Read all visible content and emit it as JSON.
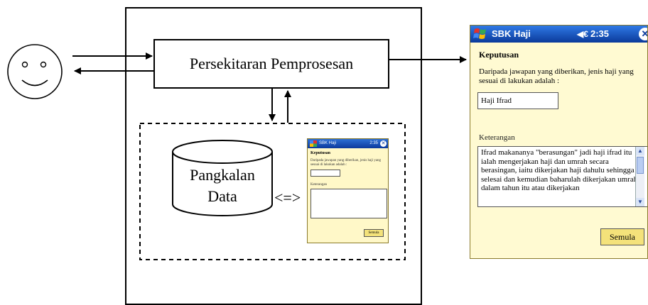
{
  "diagram": {
    "processing_label": "Persekitaran Pemprosesan",
    "database_label_line1": "Pangkalan",
    "database_label_line2": "Data",
    "bidirectional_symbol": "<=>"
  },
  "mini_screen": {
    "title": "SBK Haji",
    "time": "2:35",
    "heading": "Keputusan",
    "question": "Daripada jawapan yang diberikan, jenis haji yang sesuai di lakukan adalah :",
    "notes_label": "Keterangan",
    "button": "Semula"
  },
  "phone": {
    "app_title": "SBK Haji",
    "volume_icon": "speaker-icon",
    "time": "2:35",
    "heading": "Keputusan",
    "question": "Daripada jawapan yang diberikan, jenis haji yang sesuai di lakukan adalah :",
    "answer": "Haji Ifrad",
    "notes_label": "Keterangan",
    "notes": "Ifrad makananya \"berasungan\" jadi haji ifrad itu ialah mengerjakan haji dan umrah secara berasingan, iaitu dikerjakan haji dahulu sehingga selesai dan kemudian baharulah dikerjakan umrah dalam tahun itu atau dikerjakan",
    "button": "Semula"
  }
}
